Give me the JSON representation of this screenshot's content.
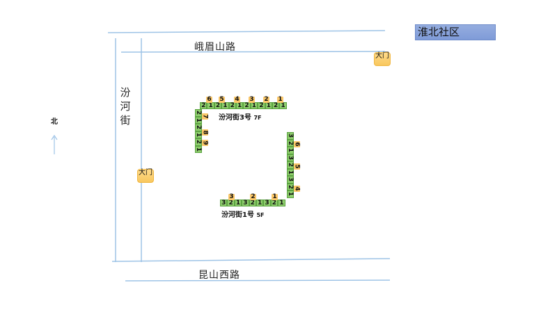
{
  "community": {
    "label": "淮北社区",
    "color": "#8aa4de"
  },
  "compass": {
    "label": "北"
  },
  "roads": {
    "north": "峨眉山路",
    "south": "昆山西路",
    "west": "汾河街"
  },
  "gates": {
    "northeast": "大门",
    "west": "大门"
  },
  "buildings": [
    {
      "name": "汾河街3号",
      "floors": "7F",
      "top_row": {
        "cells": [
          "2",
          "1",
          "2",
          "1",
          "2",
          "1",
          "2",
          "1",
          "2",
          "1",
          "2",
          "1"
        ],
        "units": [
          "6",
          "5",
          "4",
          "3",
          "2",
          "1"
        ]
      },
      "left_column": {
        "cells": [
          "2",
          "1",
          "2",
          "1",
          "2",
          "1"
        ],
        "units": [
          "7",
          "8",
          "9"
        ]
      }
    },
    {
      "name": "汾河街1号",
      "floors": "5F",
      "right_column": {
        "cells": [
          "3",
          "2",
          "1",
          "3",
          "2",
          "1",
          "3",
          "2",
          "1"
        ],
        "units": [
          "6",
          "5",
          "4"
        ]
      },
      "bottom_row": {
        "cells": [
          "3",
          "2",
          "1",
          "3",
          "2",
          "1",
          "3",
          "2",
          "1"
        ],
        "units": [
          "3",
          "2",
          "1"
        ]
      }
    }
  ],
  "colors": {
    "road_line": "#9dc3e6",
    "cell_fill": "#8fce6d",
    "unit_badge": "#fbc86a"
  }
}
